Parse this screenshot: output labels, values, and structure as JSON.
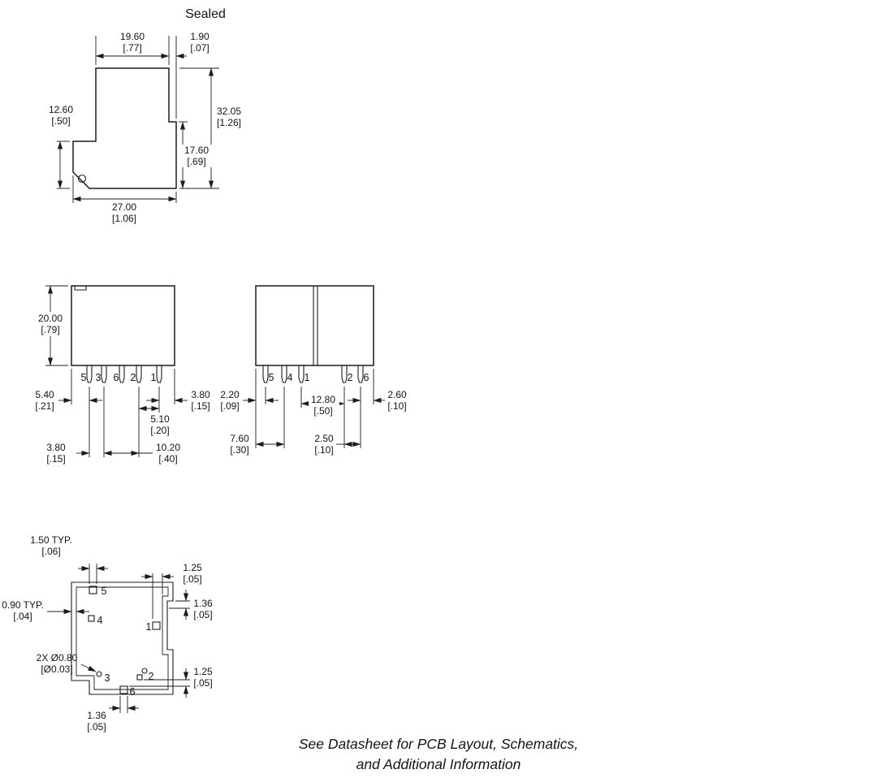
{
  "title": "Sealed",
  "views": {
    "side": {
      "dims": {
        "w_top": {
          "mm": "19.60",
          "in": "[.77]"
        },
        "step": {
          "mm": "1.90",
          "in": "[.07]"
        },
        "h_left": {
          "mm": "12.60",
          "in": "[.50]"
        },
        "h_total": {
          "mm": "32.05",
          "in": "[1.26]"
        },
        "h_right": {
          "mm": "17.60",
          "in": "[.69]"
        },
        "w_bottom": {
          "mm": "27.00",
          "in": "[1.06]"
        }
      }
    },
    "front_a": {
      "pins": [
        "5",
        "3",
        "6",
        "2",
        "1"
      ],
      "dims": {
        "height": {
          "mm": "20.00",
          "in": "[.79]"
        },
        "edge_to_pin": {
          "mm": "5.40",
          "in": "[.21]"
        },
        "pin_to_edge": {
          "mm": "3.80",
          "in": "[.15]"
        },
        "pitch_a": {
          "mm": "5.10",
          "in": "[.20]"
        },
        "pitch_b": {
          "mm": "3.80",
          "in": "[.15]"
        },
        "pitch_c": {
          "mm": "10.20",
          "in": "[.40]"
        }
      }
    },
    "front_b": {
      "pins": [
        "5",
        "4",
        "1",
        "2",
        "6"
      ],
      "dims": {
        "edge_to_pin": {
          "mm": "2.20",
          "in": "[.09]"
        },
        "pitch_mid": {
          "mm": "12.80",
          "in": "[.50]"
        },
        "pin_to_edge": {
          "mm": "2.60",
          "in": "[.10]"
        },
        "pitch_left": {
          "mm": "7.60",
          "in": "[.30]"
        },
        "pitch_right": {
          "mm": "2.50",
          "in": "[.10]"
        }
      }
    },
    "pcb": {
      "holes": [
        "5",
        "4",
        "1",
        "3",
        "2",
        "6"
      ],
      "dims": {
        "pad_typ": {
          "mm": "1.50 TYP.",
          "in": "[.06]"
        },
        "offset_top": {
          "mm": "1.25",
          "in": "[.05]"
        },
        "offset_right": {
          "mm": "1.36",
          "in": "[.05]"
        },
        "trace_typ": {
          "mm": "0.90 TYP.",
          "in": "[.04]"
        },
        "hole_dia": {
          "mm": "2X Ø0.80",
          "in": "[Ø0.03]"
        },
        "offset_lower": {
          "mm": "1.25",
          "in": "[.05]"
        },
        "offset_bottom": {
          "mm": "1.36",
          "in": "[.05]"
        }
      }
    }
  },
  "footer": {
    "line1": "See Datasheet for PCB Layout, Schematics,",
    "line2": "and Additional Information"
  }
}
